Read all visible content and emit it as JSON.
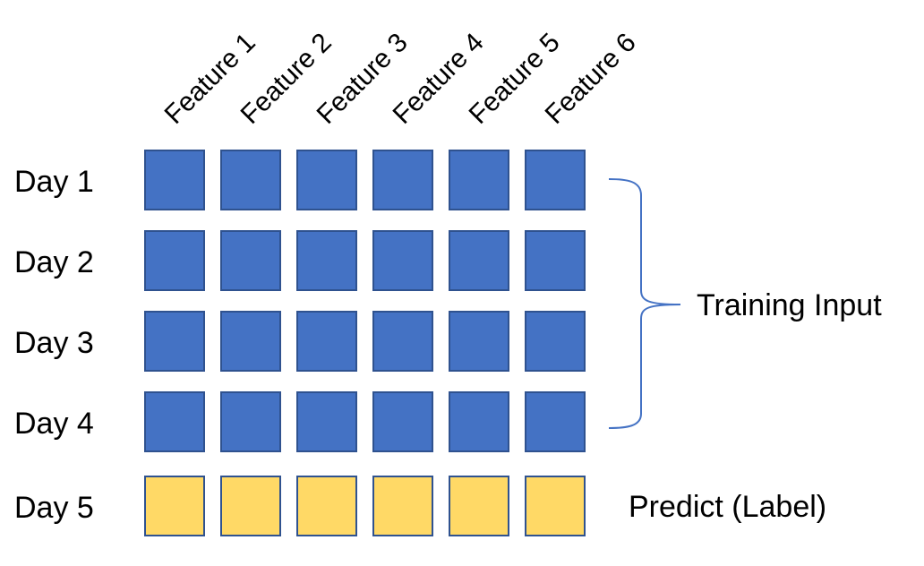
{
  "features": [
    "Feature 1",
    "Feature 2",
    "Feature 3",
    "Feature 4",
    "Feature 5",
    "Feature 6"
  ],
  "days": [
    {
      "label": "Day 1",
      "kind": "training"
    },
    {
      "label": "Day 2",
      "kind": "training"
    },
    {
      "label": "Day 3",
      "kind": "training"
    },
    {
      "label": "Day 4",
      "kind": "training"
    },
    {
      "label": "Day 5",
      "kind": "predict"
    }
  ],
  "annotations": {
    "training": "Training Input",
    "predict": "Predict (Label)"
  },
  "colors": {
    "training_fill": "#4472C4",
    "training_stroke": "#2F528F",
    "predict_fill": "#FFD966",
    "predict_stroke": "#2F528F",
    "bracket": "#4472C4"
  }
}
